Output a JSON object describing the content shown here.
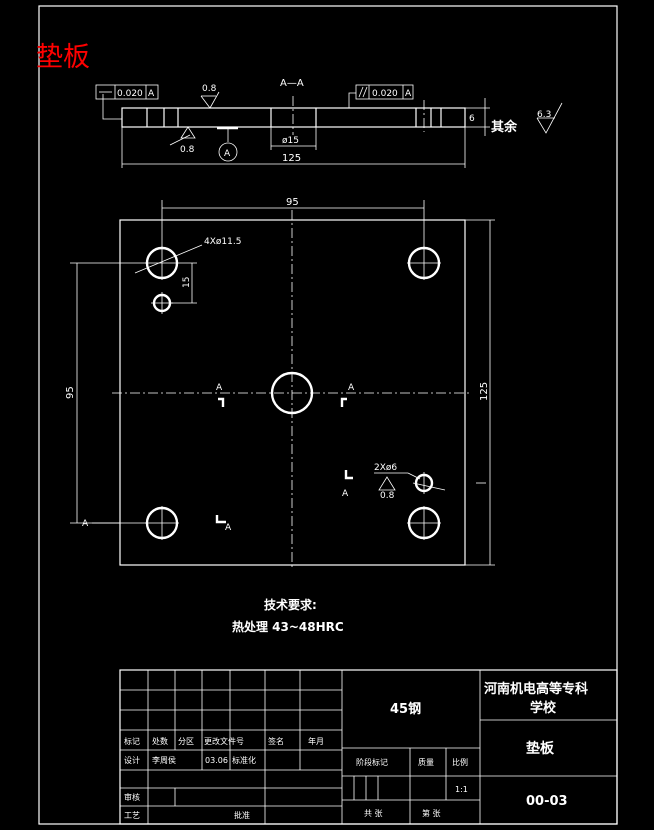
{
  "title": "垫板",
  "colors": {
    "title": "#ff0000",
    "lines": "#ffffff",
    "background": "#000000"
  },
  "section": {
    "label": "A—A",
    "flatness_tol": "0.020",
    "parallel_tol": "0.020",
    "datum": "A",
    "roughness_top": "0.8",
    "roughness_bottom": "0.8",
    "hole_dim": "ø15",
    "thickness": "6",
    "length": "125",
    "rest_label": "其余",
    "rest_roughness": "6.3"
  },
  "plan": {
    "width_dim": "95",
    "height_dim": "125",
    "left_dim": "95",
    "hole_offset_dim": "15",
    "big_holes": "4Xø11.5",
    "small_holes": "2Xø6",
    "small_roughness": "0.8",
    "section_marker": "A"
  },
  "tech": {
    "heading": "技术要求:",
    "heat_treatment": "热处理 43~48HRC"
  },
  "titleblock": {
    "material": "45钢",
    "school_line1": "河南机电高等专科",
    "school_line2": "学校",
    "part_name": "垫板",
    "drawing_no": "00-03",
    "scale": "1:1",
    "h_mark": "标记",
    "h_count": "处数",
    "h_zone": "分区",
    "h_docno": "更改文件号",
    "h_sign": "签名",
    "h_date": "年月",
    "designer_label": "设计",
    "designer": "李周侯",
    "design_date": "03.06",
    "standard": "标准化",
    "stage": "阶段标记",
    "mass": "质量",
    "ratio": "比例",
    "reviewer": "审核",
    "process": "工艺",
    "approve": "批准",
    "total": "共  张",
    "sheet": "第  张"
  }
}
